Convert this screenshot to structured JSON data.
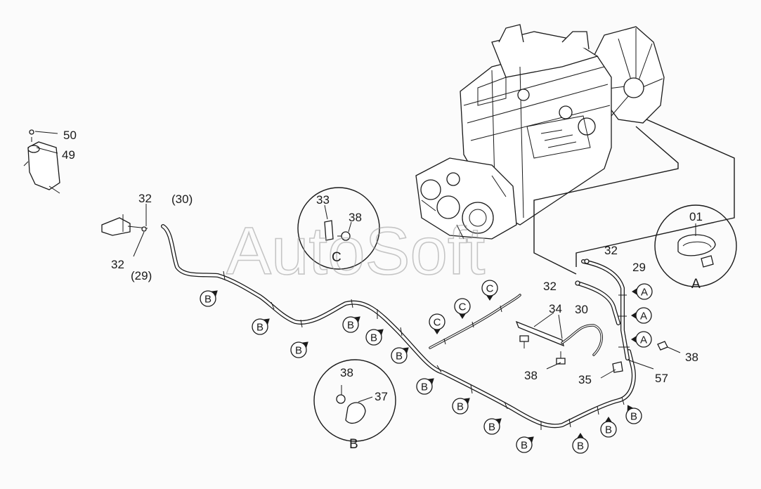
{
  "watermark": "AutoSoft",
  "labels": {
    "p50": "50",
    "p49": "49",
    "p32a": "32",
    "p30a": "(30)",
    "p32b": "32",
    "p29a": "(29)",
    "p33": "33",
    "p38c": "38",
    "detailC": "C",
    "p01": "01",
    "detailA": "A",
    "p32c": "32",
    "p29b": "29",
    "p32d": "32",
    "p30b": "30",
    "p34": "34",
    "p38e": "38",
    "p38f": "38",
    "p35": "35",
    "p57": "57",
    "p38b": "38",
    "p37": "37",
    "detailB": "B"
  },
  "clamp_tags": {
    "b": "B",
    "c": "C",
    "a": "A"
  }
}
